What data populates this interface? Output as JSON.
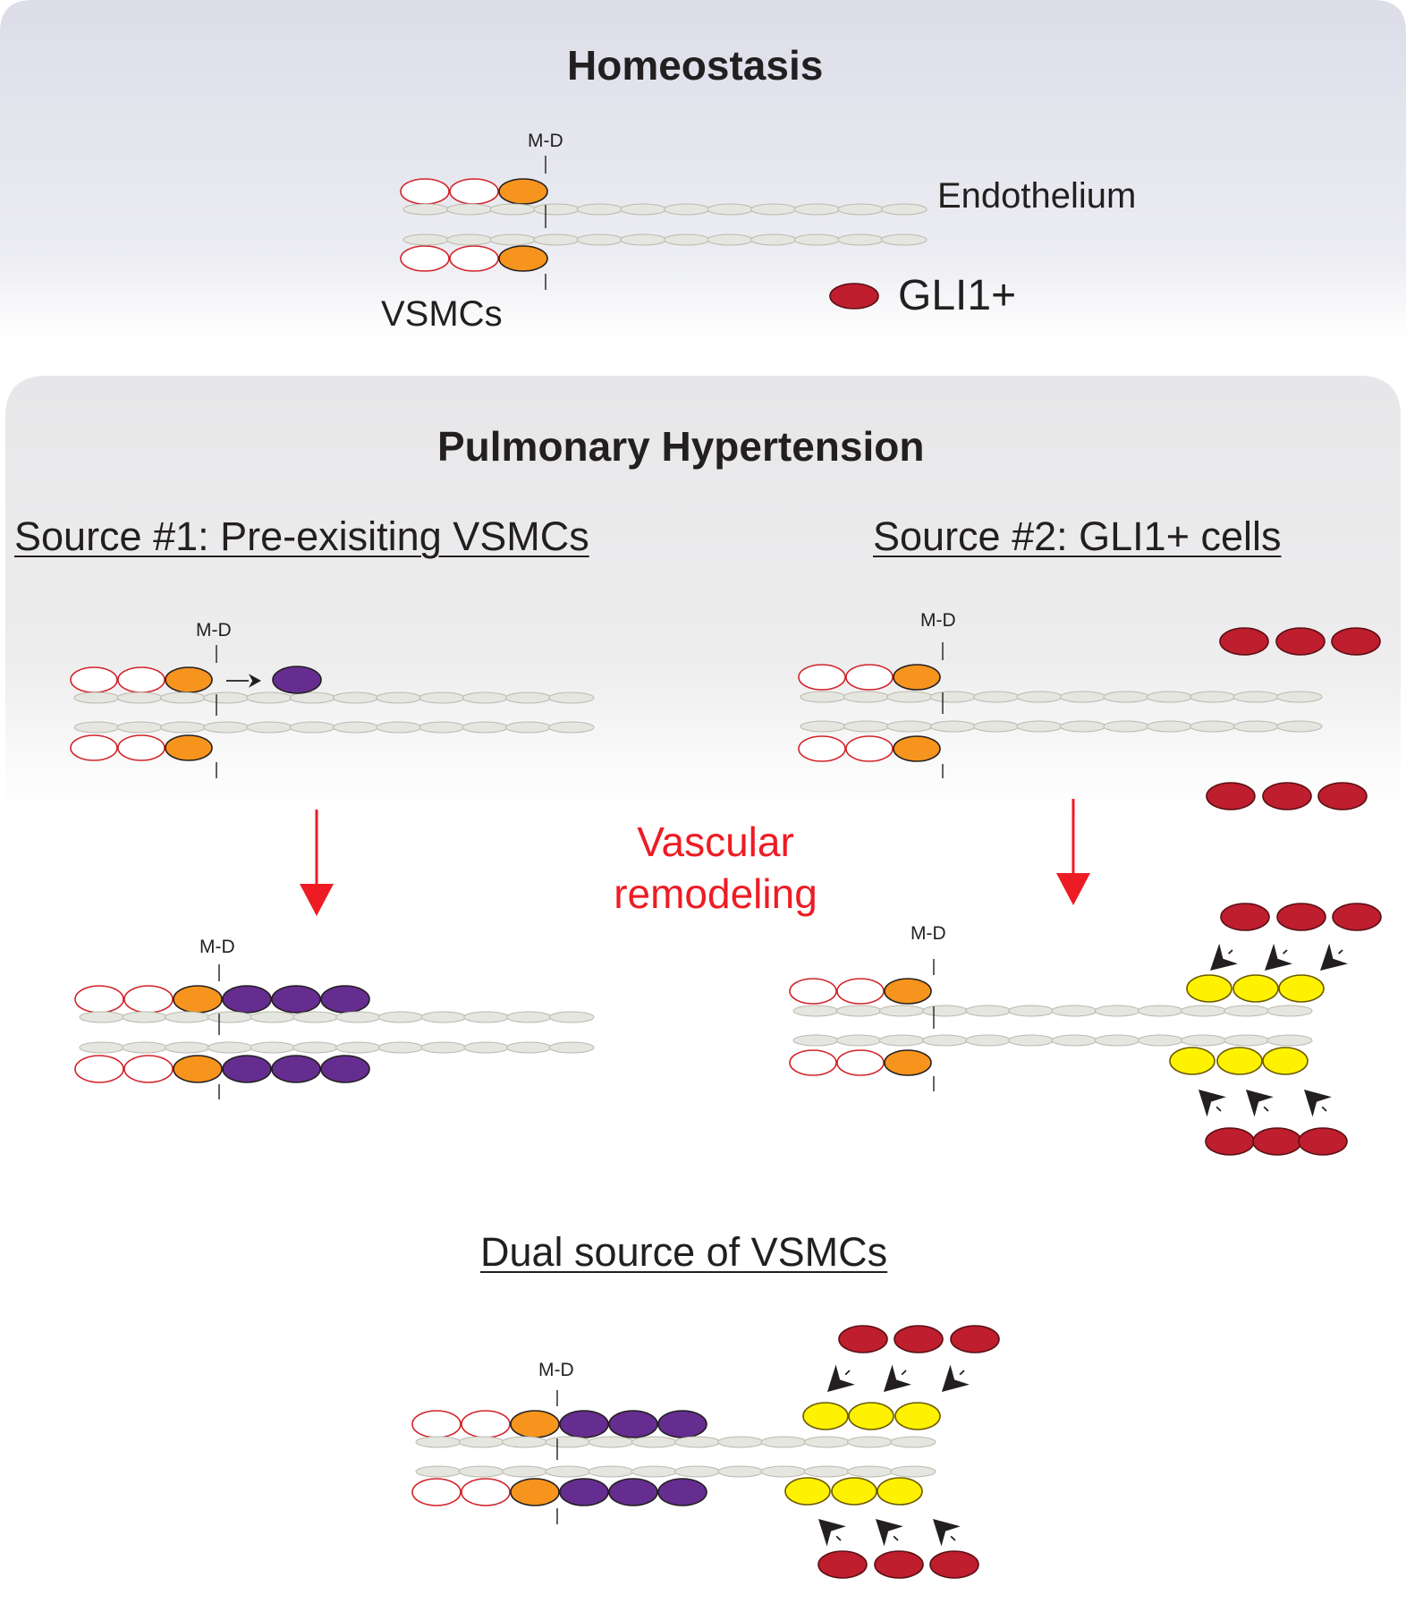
{
  "homeostasis": {
    "title": "Homeostasis",
    "md_label": "M-D",
    "endothelium_label": "Endothelium",
    "vsmc_label": "VSMCs",
    "legend_label": "GLI1+"
  },
  "ph": {
    "title": "Pulmonary Hypertension",
    "source1_title": "Source #1: Pre-exisiting VSMCs",
    "source2_title": "Source #2: GLI1+ cells",
    "md_label": "M-D",
    "remodel_line1": "Vascular",
    "remodel_line2": "remodeling"
  },
  "dual": {
    "title": "Dual source of VSMCs",
    "md_label": "M-D"
  },
  "colors": {
    "vsmc_outline": "#d2232a",
    "md_cell": "#f7941d",
    "clonal_vsmc": "#662d91",
    "gli1_cell": "#be1e2d",
    "gli1_derived": "#fff200",
    "endothelium": "#e6e6e0",
    "arrow_red": "#ed1c24",
    "arrow_black": "#231f20"
  }
}
